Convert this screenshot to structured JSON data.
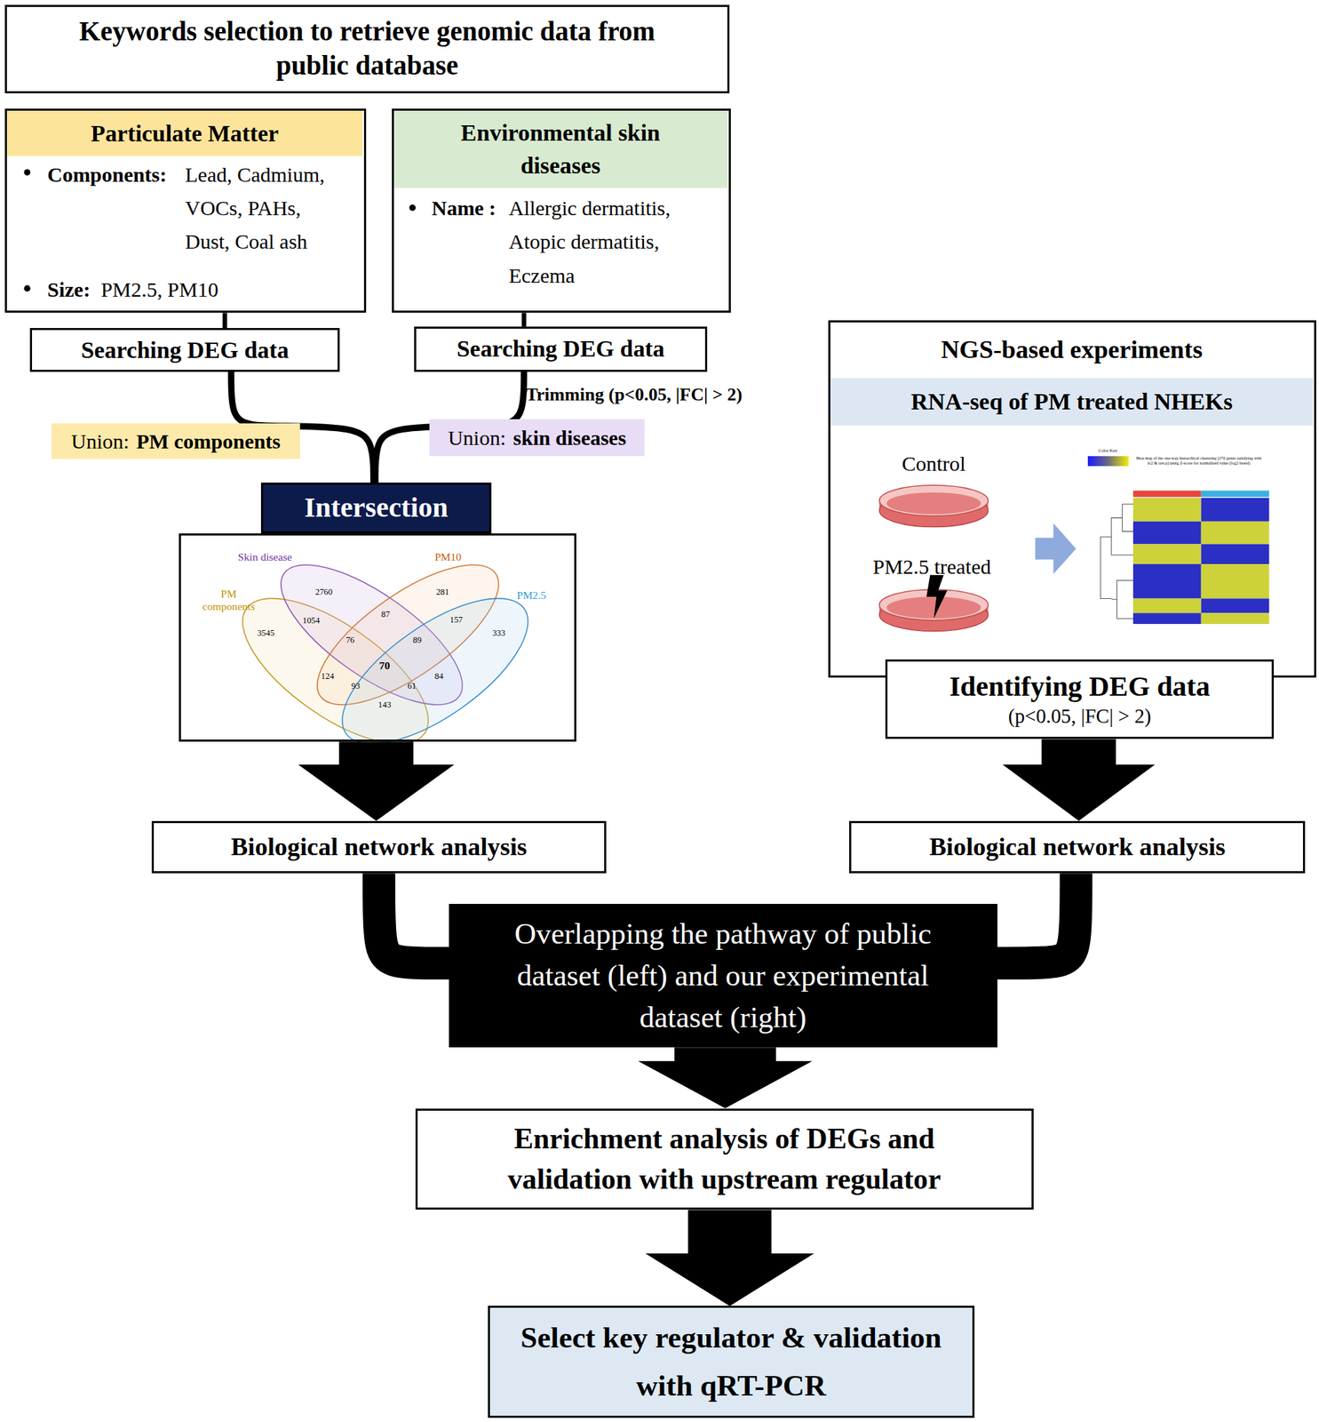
{
  "diagram": {
    "nodes": [
      {
        "text": [
          "Keywords selection to retrieve genomic data from public database"
        ]
      },
      {
        "text": [
          "Particulate Matter",
          "Components:",
          "Lead, Cadmium, VOCs, PAHs, Dust, Coal ash",
          "Size:",
          "PM2.5, PM10"
        ]
      },
      {
        "text": [
          "Environmental skin diseases",
          "Name :",
          "Allergic dermatitis, Atopic dermatitis, Eczema"
        ]
      },
      {
        "text": [
          "Searching DEG data"
        ]
      },
      {
        "text": [
          "Searching DEG data"
        ]
      },
      {
        "text": [
          "Union:",
          "PM components"
        ]
      },
      {
        "text": [
          "Union:",
          "skin diseases"
        ]
      },
      {
        "text": [
          "Intersection"
        ]
      },
      {
        "text": [
          "Skin disease",
          "PM10",
          "PM components",
          "PM2.5",
          "2760",
          "281",
          "87",
          "1054",
          "157",
          "3545",
          "333",
          "76",
          "89",
          "70",
          "124",
          "84",
          "93",
          "61",
          "143"
        ]
      },
      {
        "text": [
          "NGS-based experiments"
        ]
      },
      {
        "text": [
          "RNA-seq of PM treated NHEKs"
        ],
        "in": 9
      },
      {
        "text": [
          "Identifying DEG data",
          "(p<0.05, |FC| > 2)"
        ]
      },
      {
        "text": [
          "Biological network analysis"
        ]
      },
      {
        "text": [
          "Biological network analysis"
        ]
      },
      {
        "text": [
          "Overlapping the pathway of public dataset (left) and our experimental dataset (right)"
        ]
      },
      {
        "text": [
          "Enrichment analysis of DEGs and validation with upstream regulator"
        ]
      },
      {
        "text": [
          "Select key regulator & validation with qRT-PCR"
        ]
      }
    ],
    "edges": [
      {
        "from": 1,
        "to": 3,
        "arrow": "none"
      },
      {
        "from": 2,
        "to": 4,
        "arrow": "none"
      },
      {
        "from": 3,
        "to": 7,
        "arrow": "none"
      },
      {
        "from": 4,
        "to": 7,
        "arrow": "none"
      },
      {
        "from": 8,
        "to": 12,
        "arrow": "to"
      },
      {
        "from": 11,
        "to": 13,
        "arrow": "to"
      },
      {
        "from": 12,
        "to": 14,
        "arrow": "none"
      },
      {
        "from": 13,
        "to": 14,
        "arrow": "none"
      },
      {
        "from": 14,
        "to": 15,
        "arrow": "to"
      },
      {
        "from": 15,
        "to": 16,
        "arrow": "to"
      }
    ],
    "labels": [
      "Trimming (p<0.05, |FC| > 2)",
      "Control",
      "PM2.5 treated",
      "Color Key",
      "Heat map of the one-way hierarchical clustering (270 genes satisfying with fc2 & raw.p) using Z-score for normalized value (log2 based)"
    ]
  }
}
